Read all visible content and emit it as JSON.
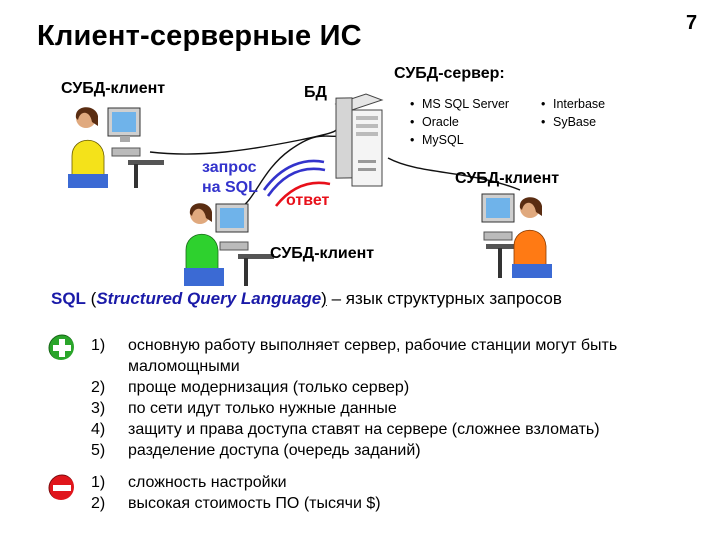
{
  "title": "Клиент-серверные ИС",
  "page_number": "7",
  "diagram": {
    "client_top_left": "СУБД-клиент",
    "db_label": "БД",
    "server_label": "СУБД-сервер:",
    "server_list_left": [
      "MS SQL Server",
      "Oracle",
      "MySQL"
    ],
    "server_list_right": [
      "Interbase",
      "SyBase"
    ],
    "request_line1": "запрос",
    "request_line2": "на SQL",
    "response": "ответ",
    "client_right": "СУБД-клиент",
    "client_bottom": "СУБД-клиент",
    "request_color": "#3333cc",
    "response_color": "#e8101a"
  },
  "sql": {
    "abbr": "SQL",
    "open_paren": " (",
    "expansion": "Structured Query Language",
    "close_paren": ")",
    "definition": " – язык структурных запросов"
  },
  "pros": {
    "icon": "plus-icon",
    "color": "#2aa52a",
    "items": [
      {
        "num": "1)",
        "text": "основную работу выполняет сервер, рабочие станции могут быть маломощными"
      },
      {
        "num": "2)",
        "text": "проще модернизация (только сервер)"
      },
      {
        "num": "3)",
        "text": "по сети идут только нужные данные"
      },
      {
        "num": "4)",
        "text": "защиту и права доступа ставят на сервере (сложнее взломать)"
      },
      {
        "num": "5)",
        "text": "разделение доступа (очередь заданий)"
      }
    ]
  },
  "cons": {
    "icon": "minus-icon",
    "color": "#e0161c",
    "items": [
      {
        "num": "1)",
        "text": "сложность настройки"
      },
      {
        "num": "2)",
        "text": "высокая стоимость ПО (тысячи $)"
      }
    ]
  }
}
